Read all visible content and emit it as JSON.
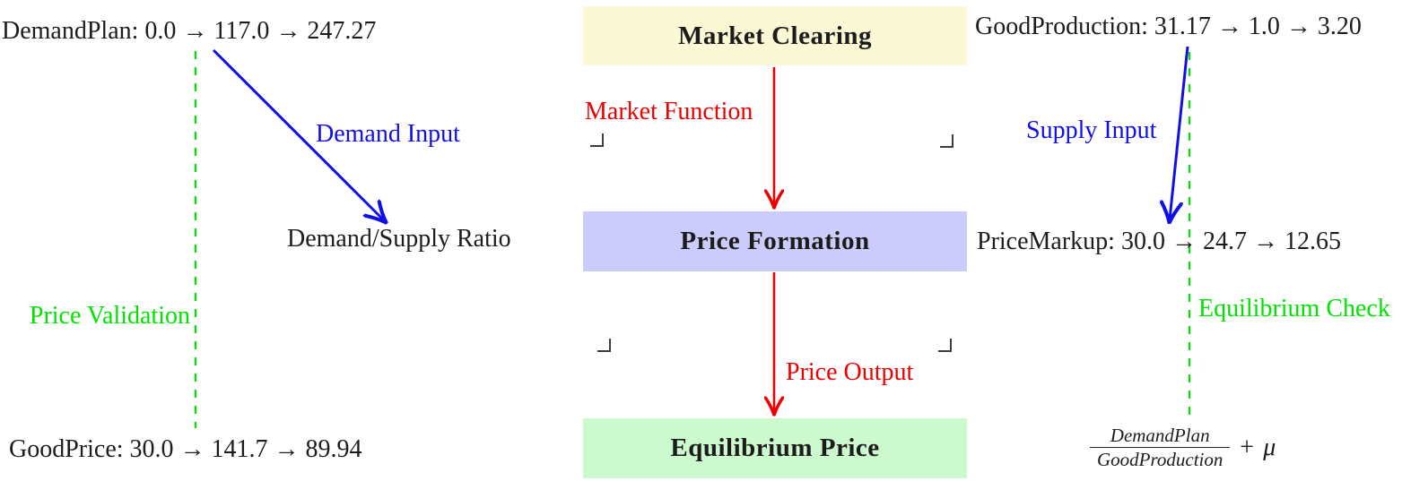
{
  "colors": {
    "background": "#ffffff",
    "ink": "#1c1c1c",
    "red": "#ee0000",
    "blue": "#1010e6",
    "green": "#00e400",
    "node-yellow": "#fbf8d5",
    "node-blue": "#ccccfa",
    "node-green": "#ccf9cd"
  },
  "nodes": [
    {
      "id": "market-clearing",
      "label": "Market Clearing"
    },
    {
      "id": "price-formation",
      "label": "Price Formation"
    },
    {
      "id": "equilibrium-price",
      "label": "Equilibrium Price"
    }
  ],
  "variables": [
    {
      "name": "DemandPlan",
      "values": [
        "0.0",
        "117.0",
        "247.27"
      ],
      "text": "DemandPlan: 0.0 → 117.0 → 247.27"
    },
    {
      "name": "GoodProduction",
      "values": [
        "31.17",
        "1.0",
        "3.20"
      ],
      "text": "GoodProduction: 31.17 → 1.0 → 3.20"
    },
    {
      "name": "PriceMarkup",
      "values": [
        "30.0",
        "24.7",
        "12.65"
      ],
      "text": "PriceMarkup: 30.0 → 24.7 → 12.65"
    },
    {
      "name": "GoodPrice",
      "values": [
        "30.0",
        "141.7",
        "89.94"
      ],
      "text": "GoodPrice: 30.0 → 141.7 → 89.94"
    }
  ],
  "annotations": {
    "demand_supply_ratio": "Demand/Supply Ratio"
  },
  "edge_labels": {
    "market_function": "Market Function",
    "price_output": "Price Output",
    "demand_input": "Demand Input",
    "supply_input": "Supply Input",
    "price_validation": "Price Validation",
    "equilibrium_check": "Equilibrium Check"
  },
  "formula": {
    "numerator": "DemandPlan",
    "denominator": "GoodProduction",
    "operator": "+",
    "symbol": "μ"
  }
}
